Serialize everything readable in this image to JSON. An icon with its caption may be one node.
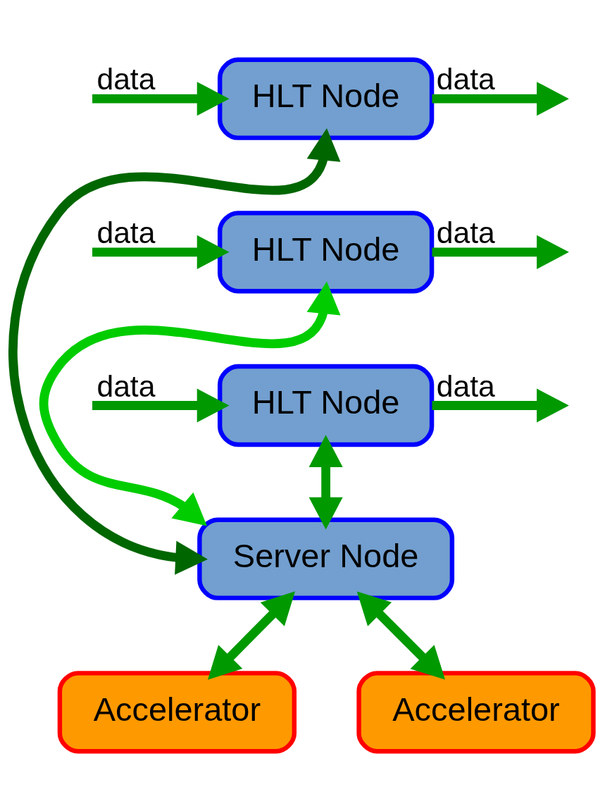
{
  "diagram": {
    "nodes": [
      {
        "text": [
          "HLT Node"
        ]
      },
      {
        "text": [
          "HLT Node"
        ]
      },
      {
        "text": [
          "HLT Node"
        ]
      },
      {
        "text": [
          "Server Node"
        ]
      },
      {
        "text": [
          "Accelerator"
        ]
      },
      {
        "text": [
          "Accelerator"
        ]
      }
    ],
    "edges": [
      {
        "from": null,
        "to": 0,
        "arrow": "to",
        "label": "data"
      },
      {
        "from": 0,
        "to": null,
        "arrow": "to",
        "label": "data"
      },
      {
        "from": null,
        "to": 1,
        "arrow": "to",
        "label": "data"
      },
      {
        "from": 1,
        "to": null,
        "arrow": "to",
        "label": "data"
      },
      {
        "from": null,
        "to": 2,
        "arrow": "to",
        "label": "data"
      },
      {
        "from": 2,
        "to": null,
        "arrow": "to",
        "label": "data"
      },
      {
        "from": 0,
        "to": 3,
        "arrow": "both",
        "color": "#006600"
      },
      {
        "from": 1,
        "to": 3,
        "arrow": "both",
        "color": "#00cc00"
      },
      {
        "from": 2,
        "to": 3,
        "arrow": "both"
      },
      {
        "from": 3,
        "to": 4,
        "arrow": "both"
      },
      {
        "from": 3,
        "to": 5,
        "arrow": "both"
      }
    ]
  }
}
